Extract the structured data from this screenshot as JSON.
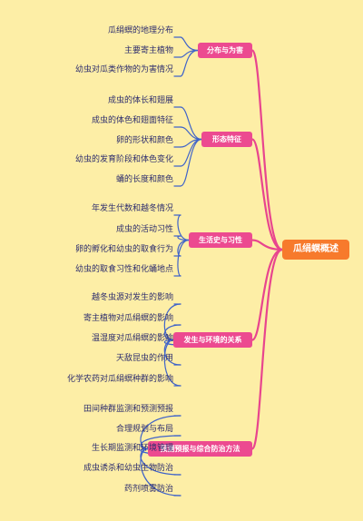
{
  "root": {
    "label": "瓜绢螟概述"
  },
  "colors": {
    "background": "#fdeea6",
    "root": "#f77a2c",
    "branch": "#ec4a90",
    "link": "#e8458e",
    "leaf_link": "#3f63c9",
    "leaf_text": "#2d2d6e"
  },
  "branches": [
    {
      "label": "分布与为害",
      "children": [
        "瓜绢螟的地理分布",
        "主要寄主植物",
        "幼虫对瓜类作物的为害情况"
      ]
    },
    {
      "label": "形态特征",
      "children": [
        "成虫的体长和翅展",
        "成虫的体色和翅面特征",
        "卵的形状和颜色",
        "幼虫的发育阶段和体色变化",
        "蛹的长度和颜色"
      ]
    },
    {
      "label": "生活史与习性",
      "children": [
        "年发生代数和越冬情况",
        "成虫的活动习性",
        "卵的孵化和幼虫的取食行为",
        "幼虫的取食习性和化蛹地点"
      ]
    },
    {
      "label": "发生与环境的关系",
      "children": [
        "越冬虫源对发生的影响",
        "寄主植物对瓜绢螟的影响",
        "温湿度对瓜绢螟的影响",
        "天敌昆虫的作用",
        "化学农药对瓜绢螟种群的影响"
      ]
    },
    {
      "label": "预测预报与综合防治方法",
      "children": [
        "田间种群监测和预测预报",
        "合理规划与布局",
        "生长期监测和环境管理",
        "成虫诱杀和幼虫生物防治",
        "药剂喷雾防治"
      ]
    }
  ]
}
